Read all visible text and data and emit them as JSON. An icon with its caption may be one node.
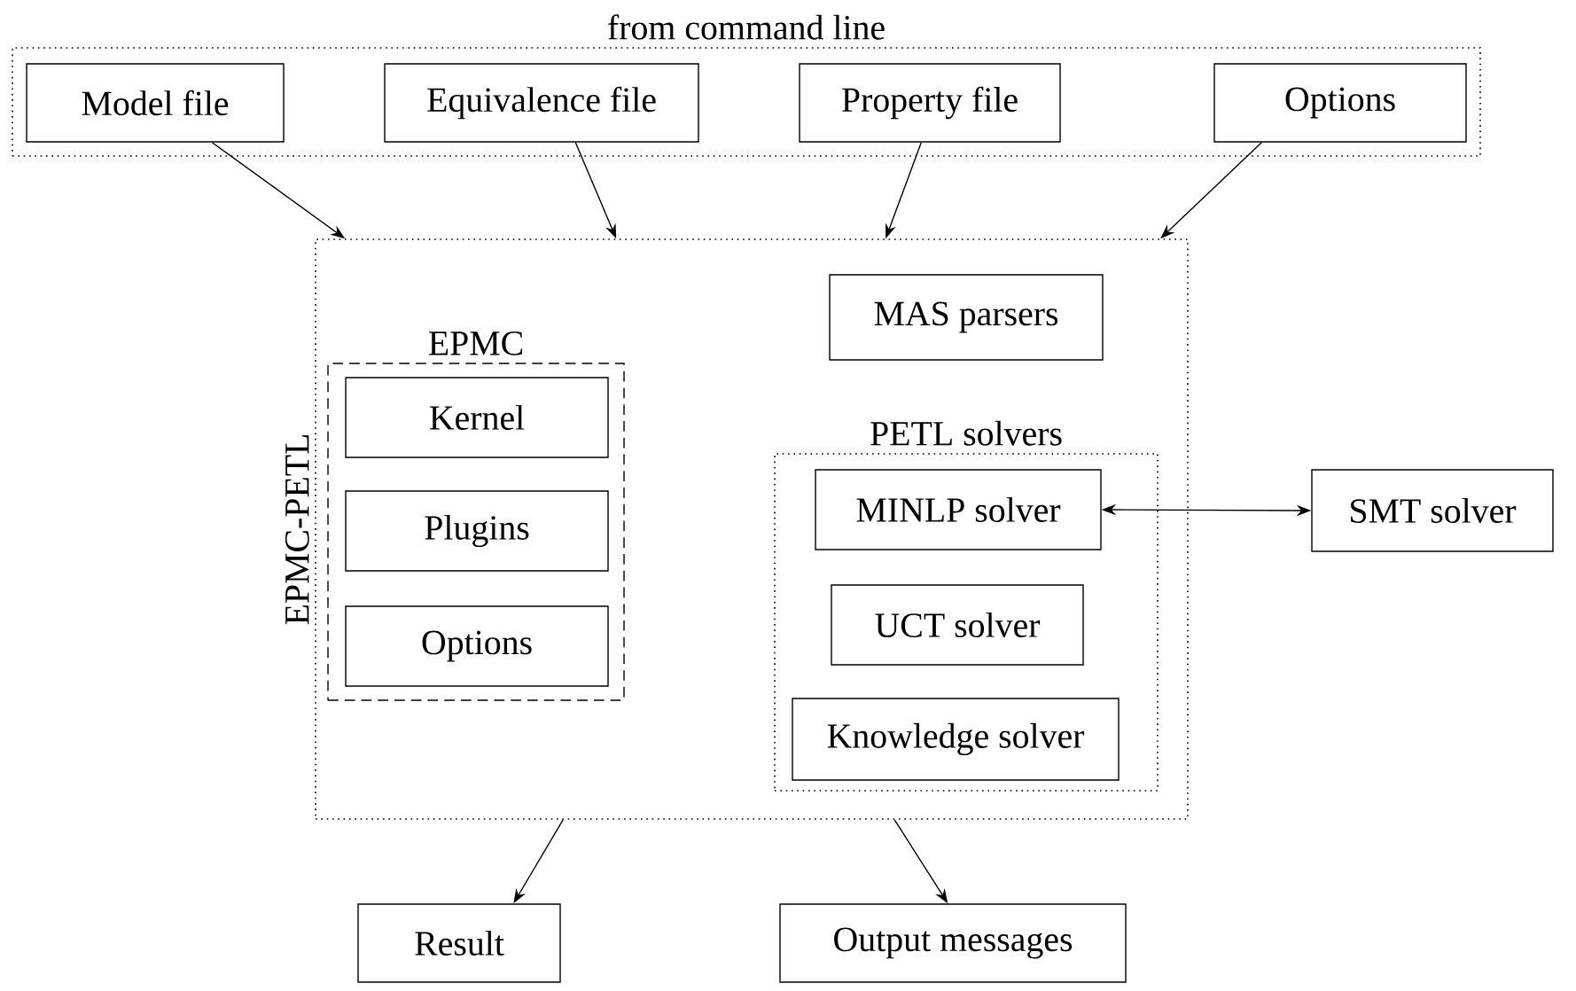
{
  "diagram": {
    "nodes": [
      {
        "text": [
          "from command line"
        ]
      },
      {
        "text": [
          "Model file"
        ],
        "in": 0
      },
      {
        "text": [
          "Equivalence file"
        ],
        "in": 0
      },
      {
        "text": [
          "Property file"
        ],
        "in": 0
      },
      {
        "text": [
          "Options"
        ],
        "in": 0
      },
      {
        "text": [
          "EPMC-PETL"
        ]
      },
      {
        "text": [
          "EPMC"
        ],
        "in": 5
      },
      {
        "text": [
          "Kernel"
        ],
        "in": 6
      },
      {
        "text": [
          "Plugins"
        ],
        "in": 6
      },
      {
        "text": [
          "Options"
        ],
        "in": 6
      },
      {
        "text": [
          "MAS parsers"
        ],
        "in": 5
      },
      {
        "text": [
          "PETL solvers"
        ],
        "in": 5
      },
      {
        "text": [
          "MINLP solver"
        ],
        "in": 11
      },
      {
        "text": [
          "UCT solver"
        ],
        "in": 11
      },
      {
        "text": [
          "Knowledge solver"
        ],
        "in": 11
      },
      {
        "text": [
          "SMT solver"
        ]
      },
      {
        "text": [
          "Result"
        ]
      },
      {
        "text": [
          "Output messages"
        ]
      }
    ],
    "edges": [
      {
        "from": 1,
        "to": 5,
        "arrow": "to"
      },
      {
        "from": 2,
        "to": 5,
        "arrow": "to"
      },
      {
        "from": 3,
        "to": 5,
        "arrow": "to"
      },
      {
        "from": 4,
        "to": 5,
        "arrow": "to"
      },
      {
        "from": 12,
        "to": 15,
        "arrow": "both"
      },
      {
        "from": 5,
        "to": 16,
        "arrow": "to"
      },
      {
        "from": 5,
        "to": 17,
        "arrow": "to"
      }
    ]
  }
}
